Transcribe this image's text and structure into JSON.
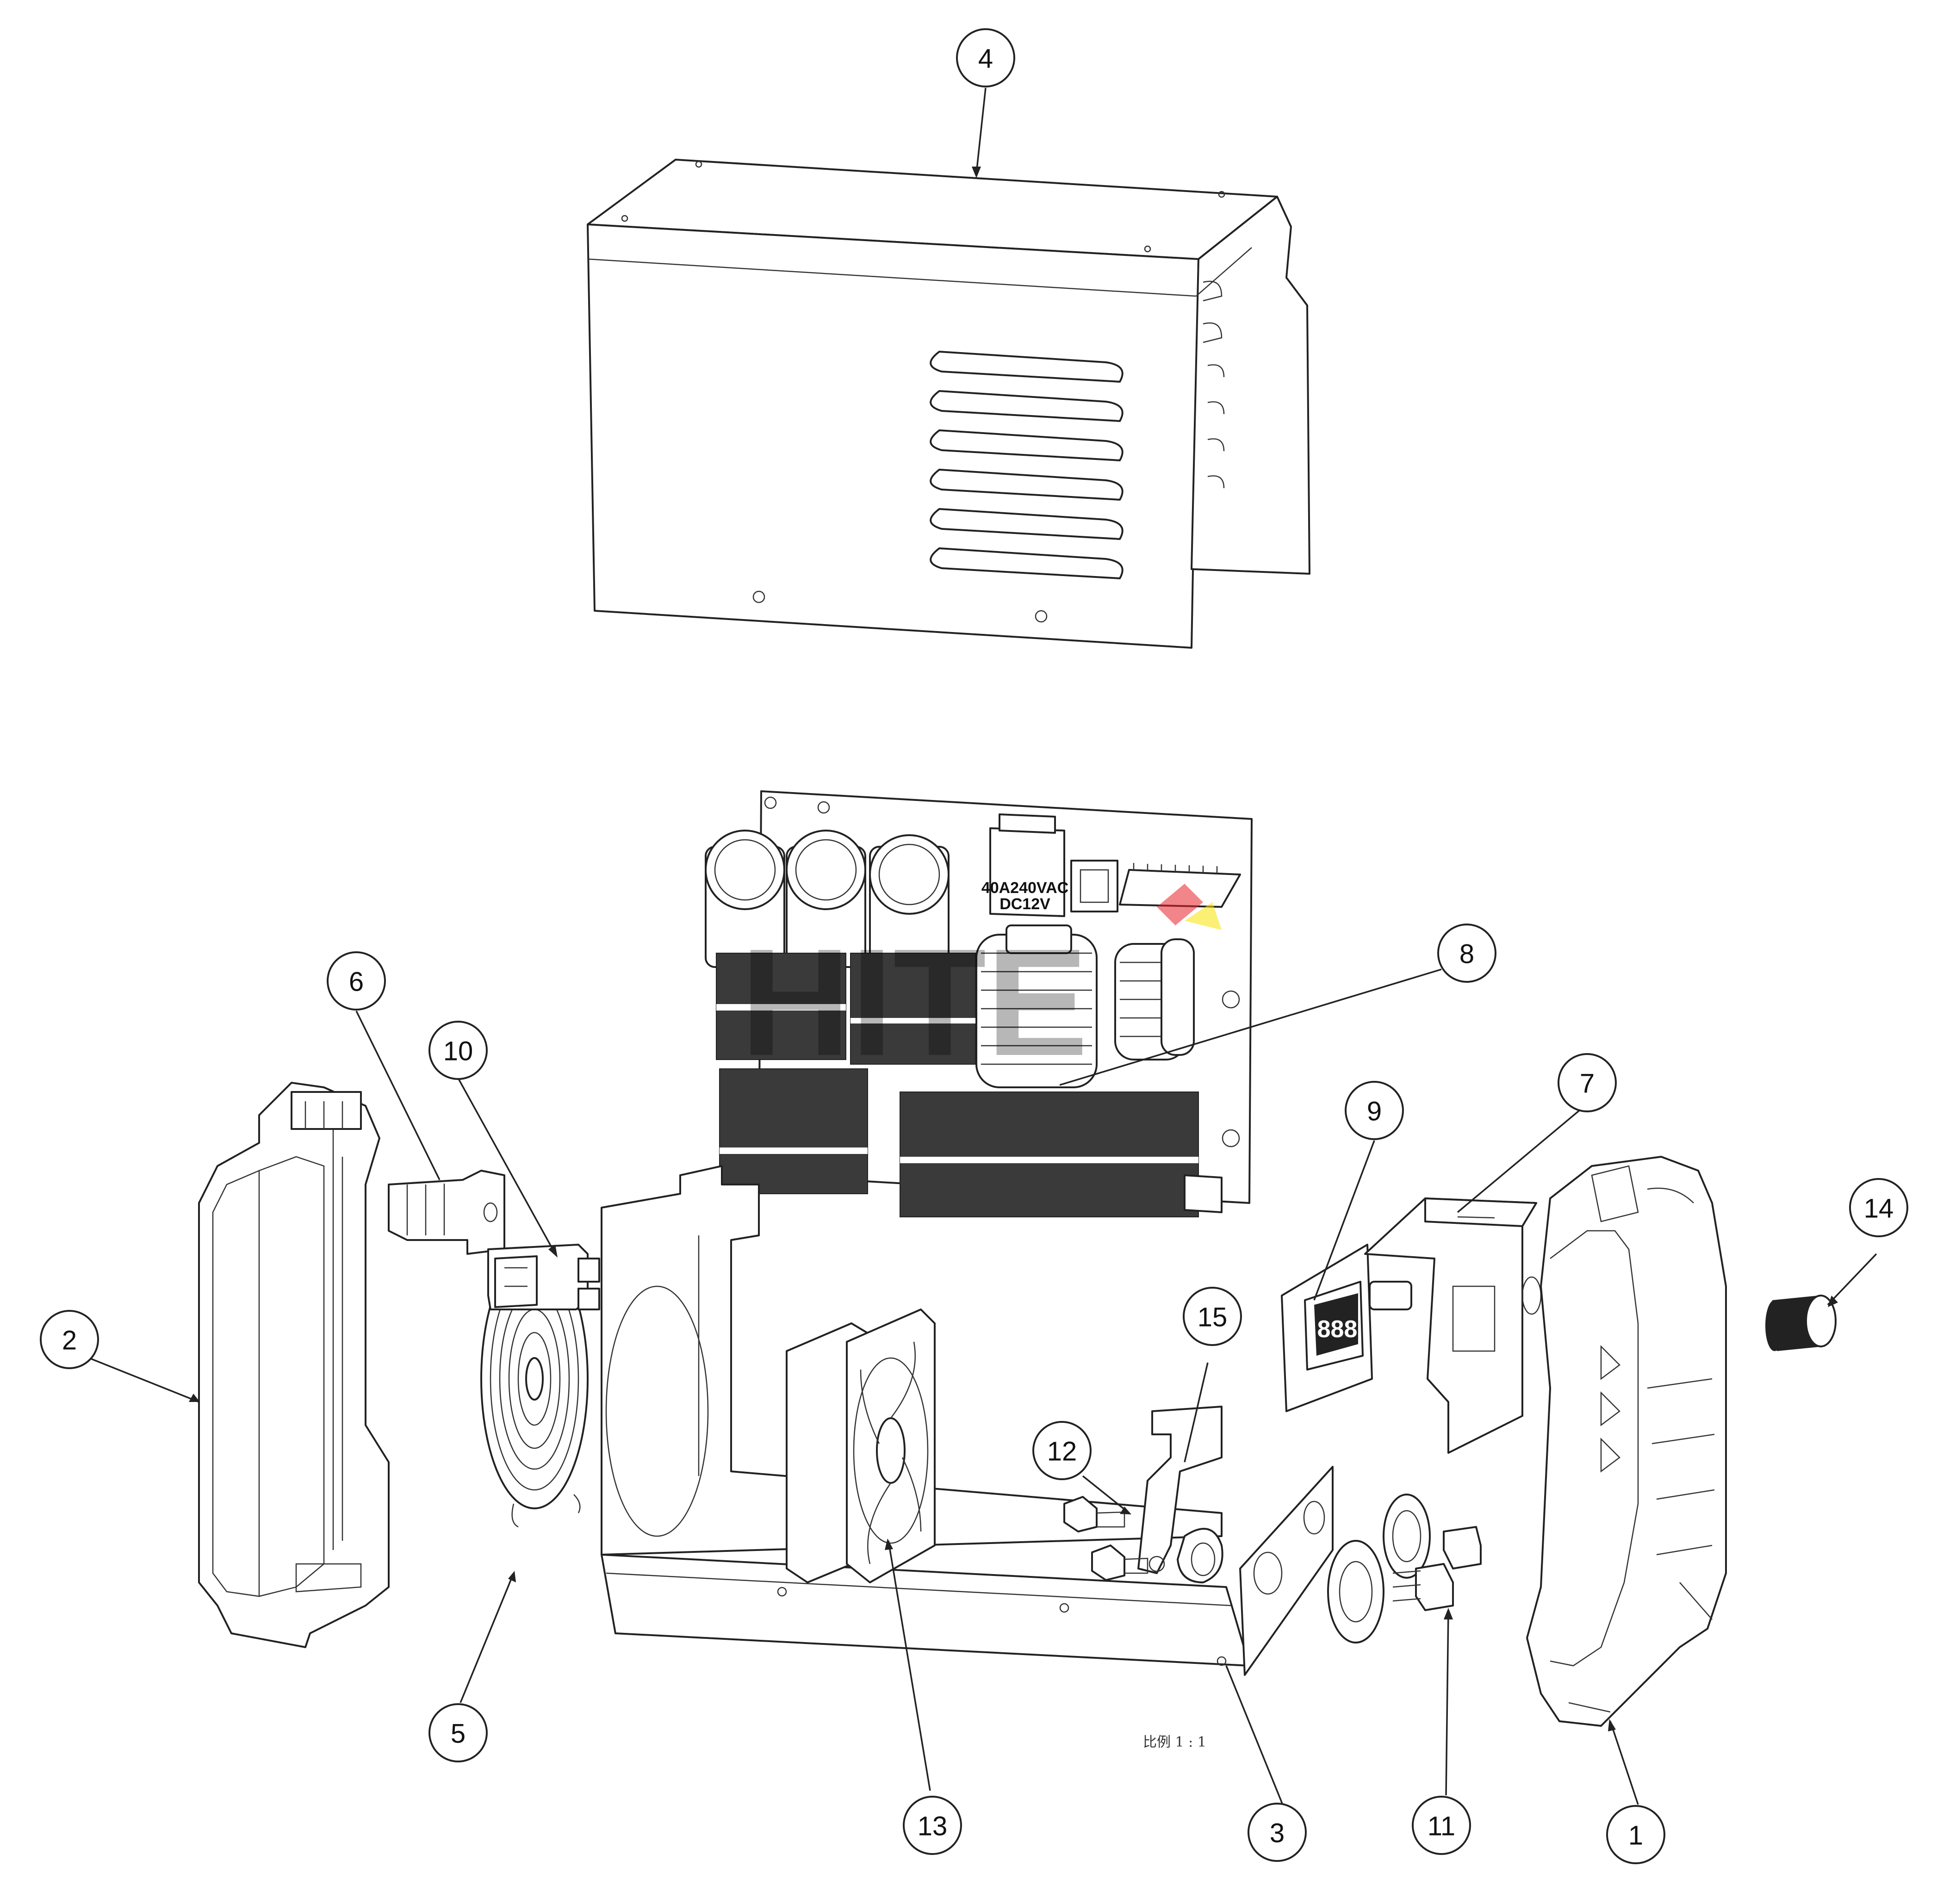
{
  "component_labels": {
    "relay_line1": "40A240VAC",
    "relay_line2": "DC12V",
    "display_digits": "888"
  },
  "watermark_text": "HITE",
  "scale_note": "比例 1 : 1",
  "callouts": [
    {
      "id": "1",
      "label": "1"
    },
    {
      "id": "2",
      "label": "2"
    },
    {
      "id": "3",
      "label": "3"
    },
    {
      "id": "4",
      "label": "4"
    },
    {
      "id": "5",
      "label": "5"
    },
    {
      "id": "6",
      "label": "6"
    },
    {
      "id": "7",
      "label": "7"
    },
    {
      "id": "8",
      "label": "8"
    },
    {
      "id": "9",
      "label": "9"
    },
    {
      "id": "10",
      "label": "10"
    },
    {
      "id": "11",
      "label": "11"
    },
    {
      "id": "12",
      "label": "12"
    },
    {
      "id": "13",
      "label": "13"
    },
    {
      "id": "14",
      "label": "14"
    },
    {
      "id": "15",
      "label": "15"
    }
  ],
  "colors": {
    "line": "#222222",
    "background": "#ffffff",
    "watermark_red": "#e8202a",
    "watermark_yellow": "#f7e400"
  }
}
